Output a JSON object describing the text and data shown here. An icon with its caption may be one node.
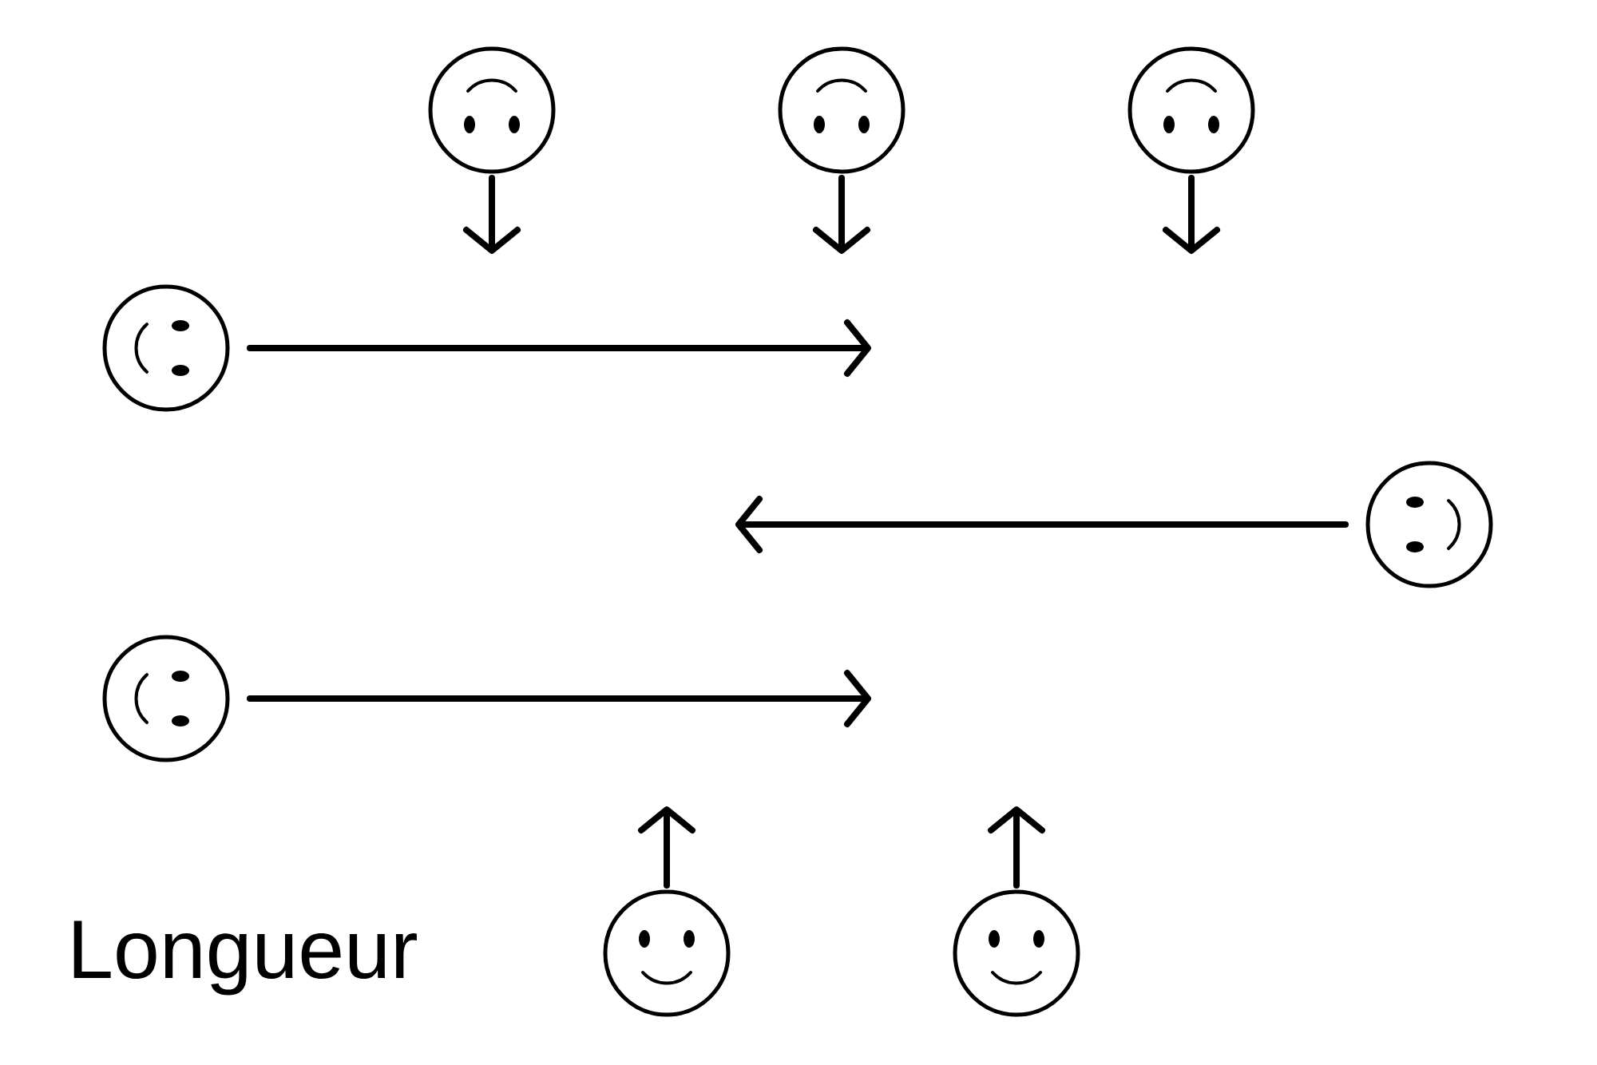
{
  "diagram": {
    "nodes": [
      {
        "text": [],
        "shape": "picture"
      },
      {
        "text": [],
        "shape": "picture"
      },
      {
        "text": [],
        "shape": "picture"
      },
      {
        "text": [],
        "shape": "picture"
      },
      {
        "text": [],
        "shape": "picture"
      },
      {
        "text": [],
        "shape": "picture"
      },
      {
        "text": [],
        "shape": "picture"
      },
      {
        "text": [],
        "shape": "picture"
      }
    ],
    "edges": [
      {
        "from": 0,
        "to": null,
        "arrow": "to"
      },
      {
        "from": 1,
        "to": null,
        "arrow": "to"
      },
      {
        "from": 2,
        "to": null,
        "arrow": "to"
      },
      {
        "from": 3,
        "to": null,
        "arrow": "to"
      },
      {
        "from": 4,
        "to": null,
        "arrow": "to"
      },
      {
        "from": 5,
        "to": null,
        "arrow": "to"
      },
      {
        "from": 6,
        "to": null,
        "arrow": "to"
      },
      {
        "from": 7,
        "to": null,
        "arrow": "to"
      }
    ],
    "labels": [
      "Longueur"
    ]
  }
}
